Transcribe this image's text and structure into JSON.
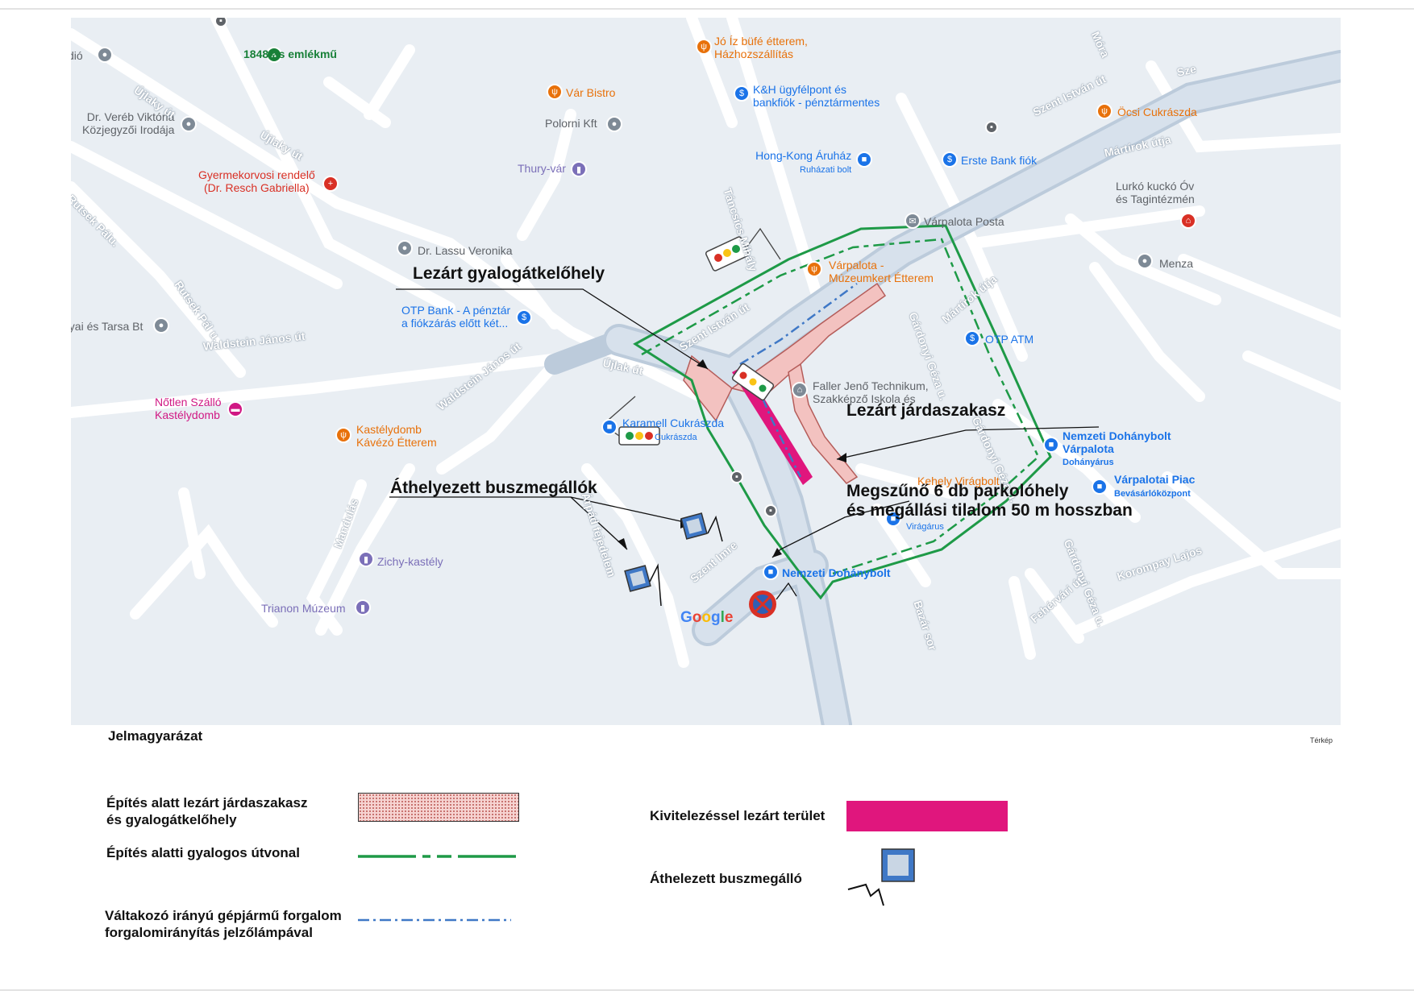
{
  "map": {
    "poi": {
      "dio": "dió",
      "emlekmu": "1848-as emlékmű",
      "joizbufe_1": "Jó Íz büfé étterem,",
      "joizbufe_2": "Házhozszállítás",
      "varbistro": "Vár Bistro",
      "polorni": "Polorni Kft",
      "khbank_1": "K&H ügyfélpont és",
      "khbank_2": "bankfiók - pénztármentes",
      "ocsi": "Öcsi Cukrászda",
      "vereb_1": "Dr. Veréb Viktória",
      "vereb_2": "Közjegyzői Irodája",
      "gyermekorvosi_1": "Gyermekorvosi rendelő",
      "gyermekorvosi_2": "(Dr. Resch Gabriella)",
      "thury": "Thury-vár",
      "hongkong_1": "Hong-Kong Áruház",
      "hongkong_2": "Ruházati bolt",
      "erste": "Erste Bank fiók",
      "lurko_1": "Lurkó kuckó Óv",
      "lurko_2": "és Tagintézmén",
      "posta": "Várpalota Posta",
      "menza": "Menza",
      "lassu": "Dr. Lassu Veronika",
      "muzeumkert_1": "Várpalota -",
      "muzeumkert_2": "Múzeumkert Étterem",
      "otpbank_1": "OTP Bank - A pénztár",
      "otpbank_2": "a fiókzárás előtt két...",
      "nyai": "nyai és Tarsa Bt",
      "otpatm": "OTP ATM",
      "faller_1": "Faller Jenő Technikum,",
      "faller_2": "Szakképző Iskola és",
      "notlen_1": "Nőtlen Szálló",
      "notlen_2": "Kastélydomb",
      "kastelydomb_1": "Kastélydomb",
      "kastelydomb_2": "Kávézó Étterem",
      "karamell_1": "Karamell Cukrászda",
      "karamell_2": "Cukrászda",
      "dohanybolt1_1": "Nemzeti Dohánybolt",
      "dohanybolt1_2": "Várpalota",
      "dohanybolt1_3": "Dohányárus",
      "piac_1": "Várpalotai Piac",
      "piac_2": "Bevásárlóközpont",
      "kehely": "Kehely Virágbolt",
      "viragarus": "Virágárus",
      "zichy": "Zichy-kastély",
      "trianon": "Trianon Múzeum",
      "dohanybolt2": "Nemzeti Dohánybolt"
    },
    "streets": {
      "ujlaky1": "Újlaky út",
      "ujlaky2": "Újlaky út",
      "ujlaky3": "Újlak út",
      "rutsek1": "Rutsek Pálu.",
      "rutsek2": "Rutsek Pál u.",
      "waldstein1": "Waldstein János út",
      "waldstein2": "Waldstein János út",
      "tancsics": "Táncsics Mihály",
      "szentistvan1": "Szent István út",
      "szentistvan2": "Szent István út",
      "szentistvan3": "Sze",
      "martirok1": "Mártírok útja",
      "martirok2": "Mártírok útja",
      "mora": "Móra",
      "gardonyi1": "Gárdonyi Géza u.",
      "gardonyi2": "Gárdonyi Géza u.",
      "gardonyi3": "Gárdonyi Géza u.",
      "szentimre": "Szent Imre",
      "arpad": "Árpád fejedelem",
      "mandulas": "Mandulás",
      "bazarsor": "Bazár sor",
      "fehervari": "Fehérvári út",
      "korompay": "Korompay Lajos"
    },
    "annotations": {
      "gyalogatkelo": "Lezárt gyalogátkelőhely",
      "jardaszakasz": "Lezárt járdaszakasz",
      "buszmegallok": "Áthelyezett buszmegállók",
      "parkolo_1": "Megszűnő 6 db parkolóhely",
      "parkolo_2": "és megállási tilalom 50 m hosszban"
    },
    "google": [
      "G",
      "o",
      "o",
      "g",
      "l",
      "e"
    ],
    "colors": {
      "route_green": "#1e9a47",
      "closed_magenta": "#e0167d",
      "closed_sidewalk_fill": "#f3c2c0",
      "alternating_blue": "#3f78c6",
      "road": "#ffffff",
      "road_main": "#bccbdb",
      "map_bg": "#e9eef3"
    }
  },
  "legend": {
    "title": "Jelmagyarázat",
    "items": {
      "closed_sidewalk_1": "Építés alatt lezárt járdaszakasz",
      "closed_sidewalk_2": "és gyalogátkelőhely",
      "ped_route": "Építés alatti gyalogos útvonal",
      "alternating_1": "Váltakozó irányú gépjármű forgalom",
      "alternating_2": "forgalomirányítás jelzőlámpával",
      "closed_area": "Kivitelezéssel lezárt terület",
      "bus_stop": "Áthelezett buszmegálló"
    },
    "map_credit": "Térkép"
  }
}
